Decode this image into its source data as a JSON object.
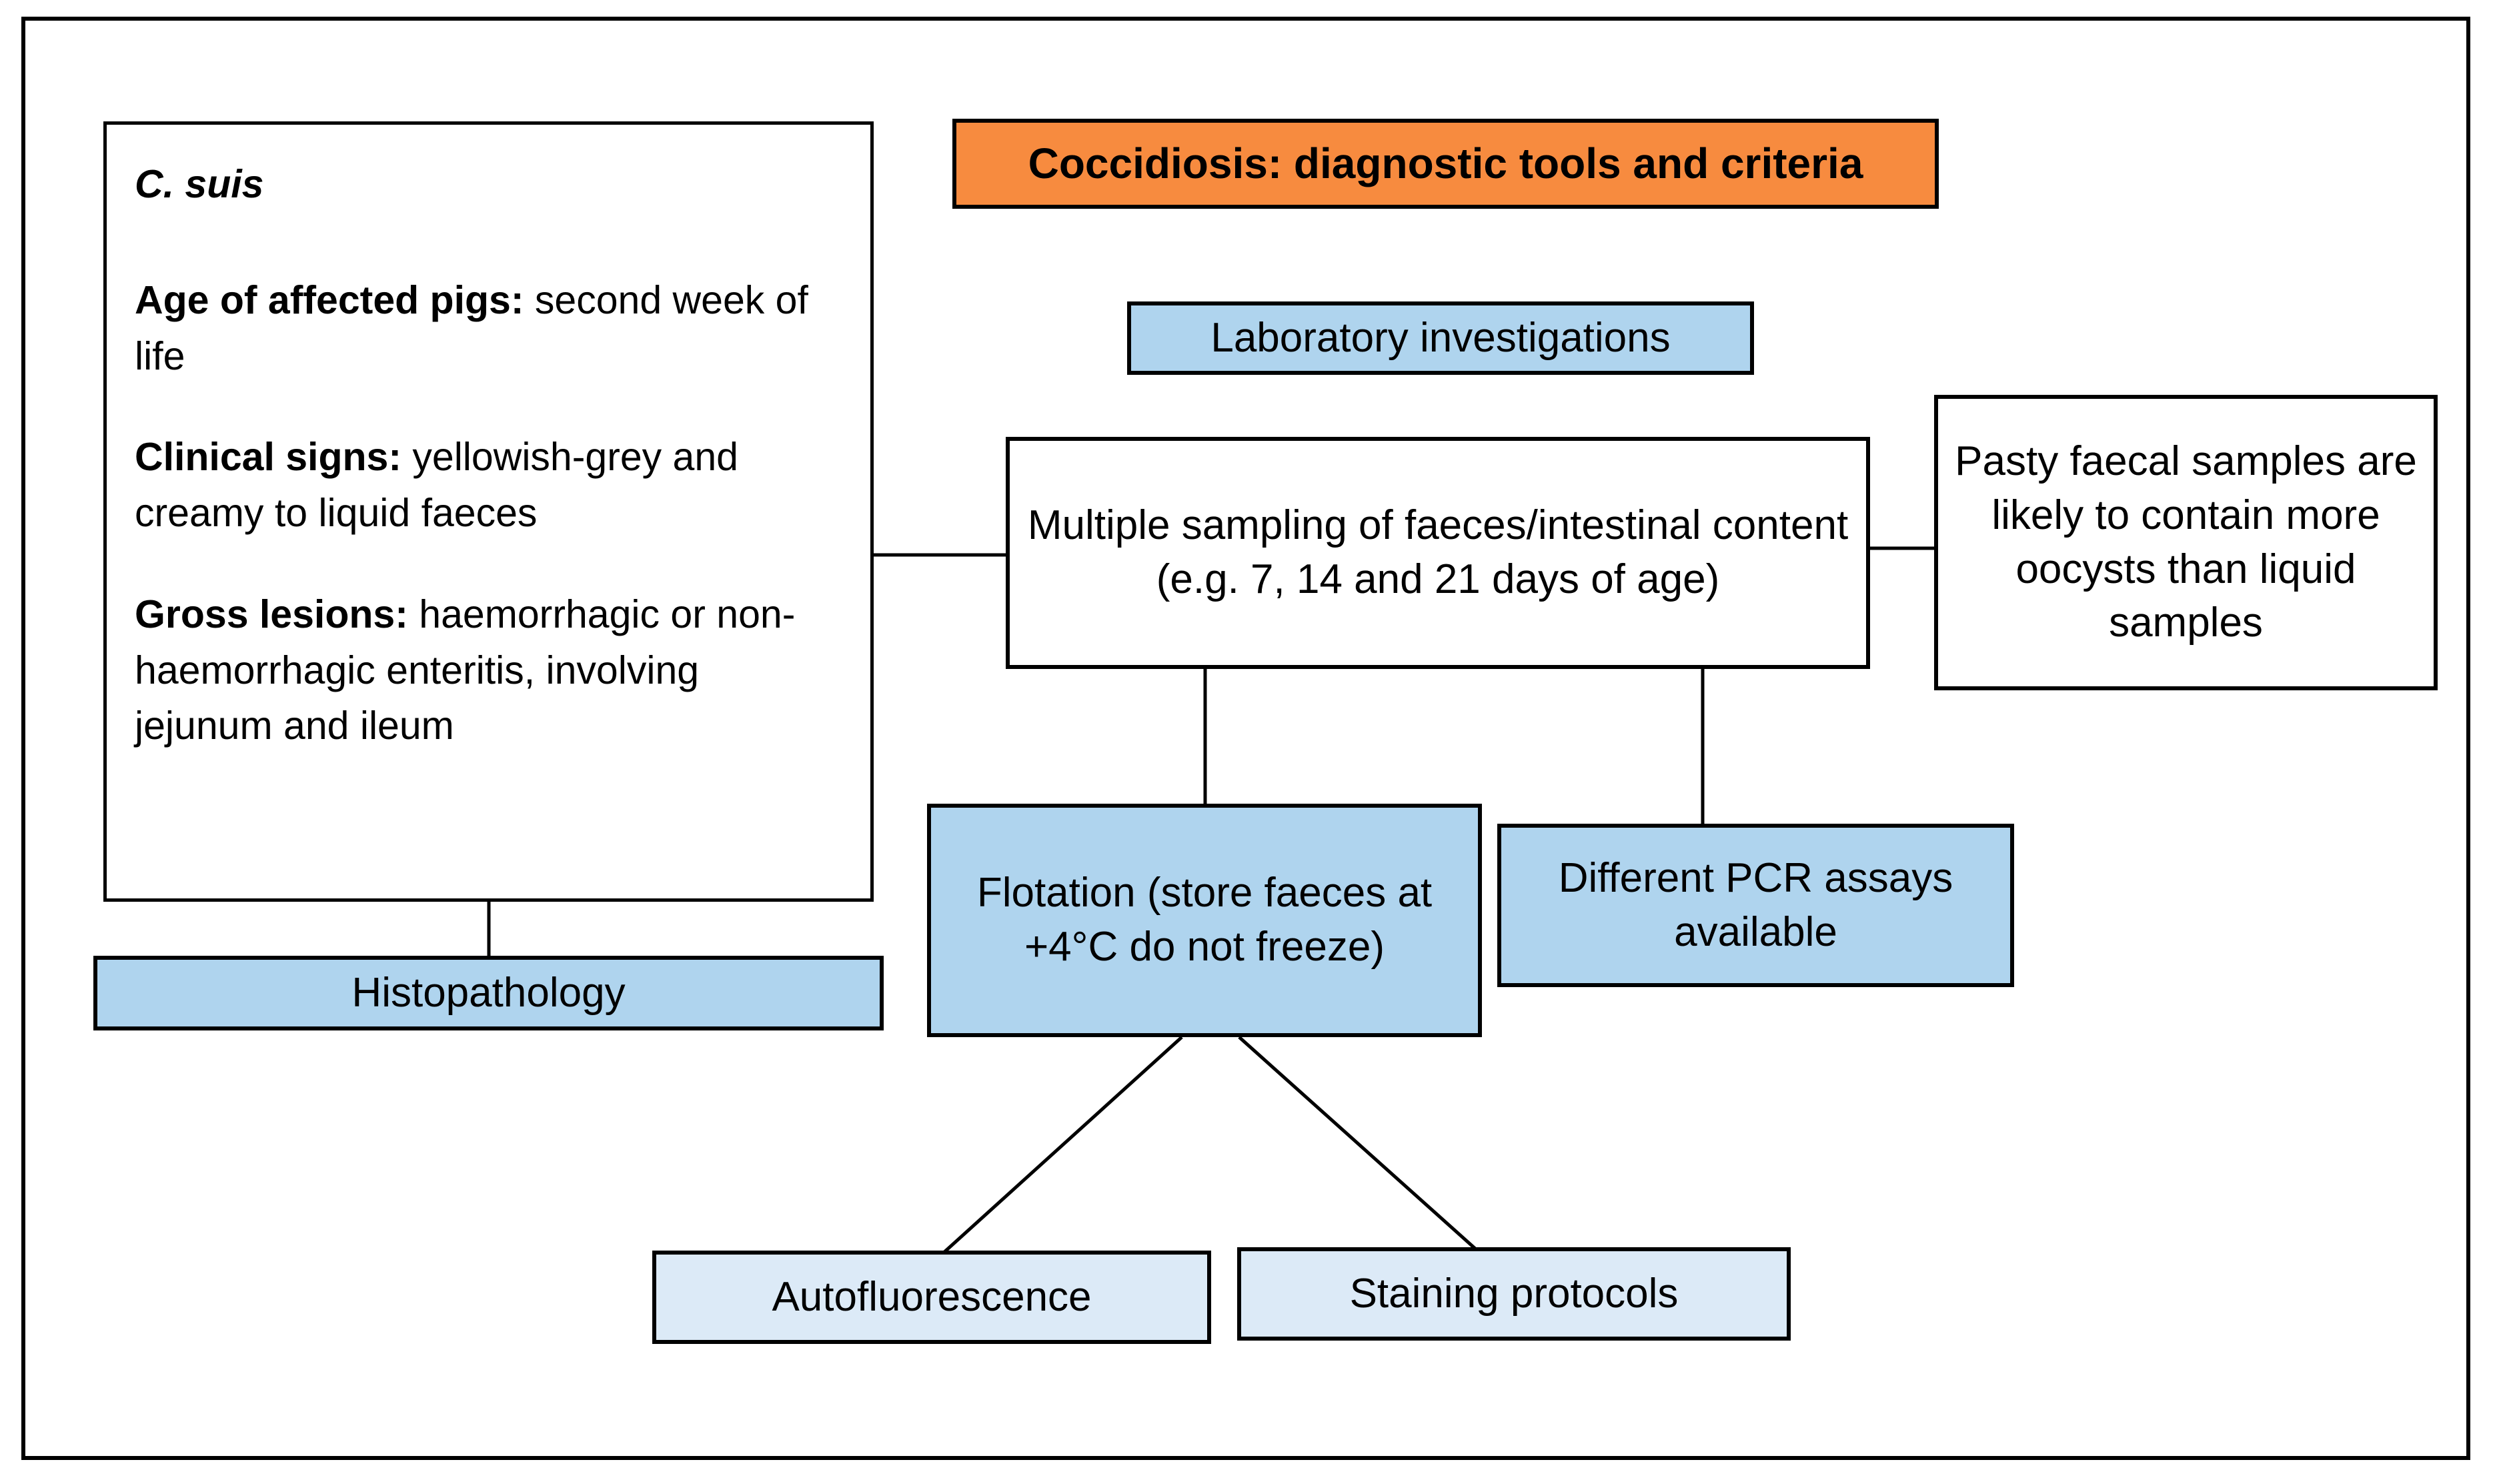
{
  "title": {
    "banner_label": "Coccidiosis: diagnostic tools and criteria",
    "banner_color": "#F78B3F"
  },
  "colors": {
    "banner_orange": "#F78B3F",
    "box_blue": "#AFD4EE",
    "box_light_blue": "#DCEAF7",
    "box_white": "#FFFFFF",
    "border_black": "#000000"
  },
  "clinical_panel": {
    "species": "C. suis",
    "entries": [
      {
        "label": "Age of affected pigs:",
        "value": " second week of life"
      },
      {
        "label": "Clinical signs:",
        "value": " yellowish-grey and creamy to liquid faeces"
      },
      {
        "label": "Gross lesions:",
        "value": " haemorrhagic or non-haemorrhagic enteritis, involving jejunum and ileum"
      }
    ],
    "histopathology_label": "Histopathology"
  },
  "lab_panel": {
    "lab_investigations_label": "Laboratory investigations",
    "sampling_label": "Multiple sampling of faeces/intestinal content (e.g. 7, 14 and 21 days of age)",
    "pasty_note_label": "Pasty faecal samples are likely to contain more oocysts than liquid samples",
    "flotation_label": "Flotation (store faeces at +4°C do not freeze)",
    "pcr_label": "Different PCR assays available",
    "autofluorescence_label": "Autofluorescence",
    "staining_label": "Staining protocols"
  }
}
